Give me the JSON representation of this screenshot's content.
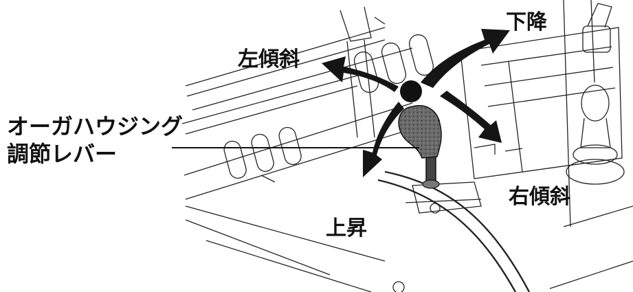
{
  "labels": {
    "down": "下降",
    "left_tilt": "左傾斜",
    "right_tilt": "右傾斜",
    "up": "上昇",
    "lever_name_line1": "オーガハウジング",
    "lever_name_line2": "調節レバー"
  },
  "colors": {
    "ink": "#111111",
    "arrow": "#151515",
    "knob": "#5a5a5a",
    "background": "#ffffff"
  }
}
